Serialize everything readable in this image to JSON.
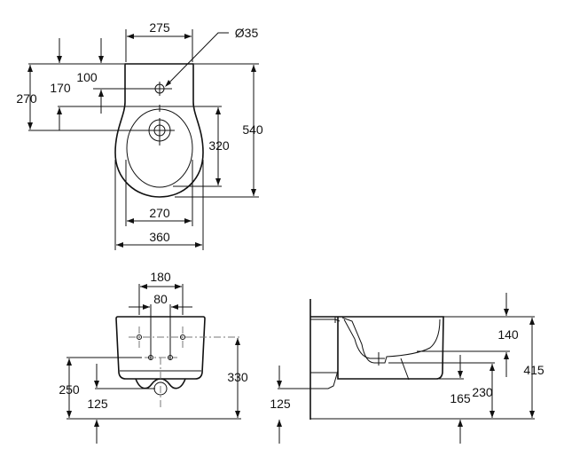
{
  "title": "Wall-hung bidet dimension drawing",
  "top_view": {
    "width_rear": "275",
    "hole_diameter": "Ø35",
    "dim_100": "100",
    "dim_170": "170",
    "dim_270_left": "270",
    "dim_320": "320",
    "dim_540": "540",
    "bowl_width": "270",
    "overall_width": "360"
  },
  "front_view": {
    "dim_180": "180",
    "dim_80": "80",
    "dim_330": "330",
    "dim_250": "250",
    "dim_125": "125"
  },
  "side_view": {
    "dim_125": "125",
    "dim_140": "140",
    "dim_165": "165",
    "dim_230": "230",
    "dim_415": "415"
  }
}
